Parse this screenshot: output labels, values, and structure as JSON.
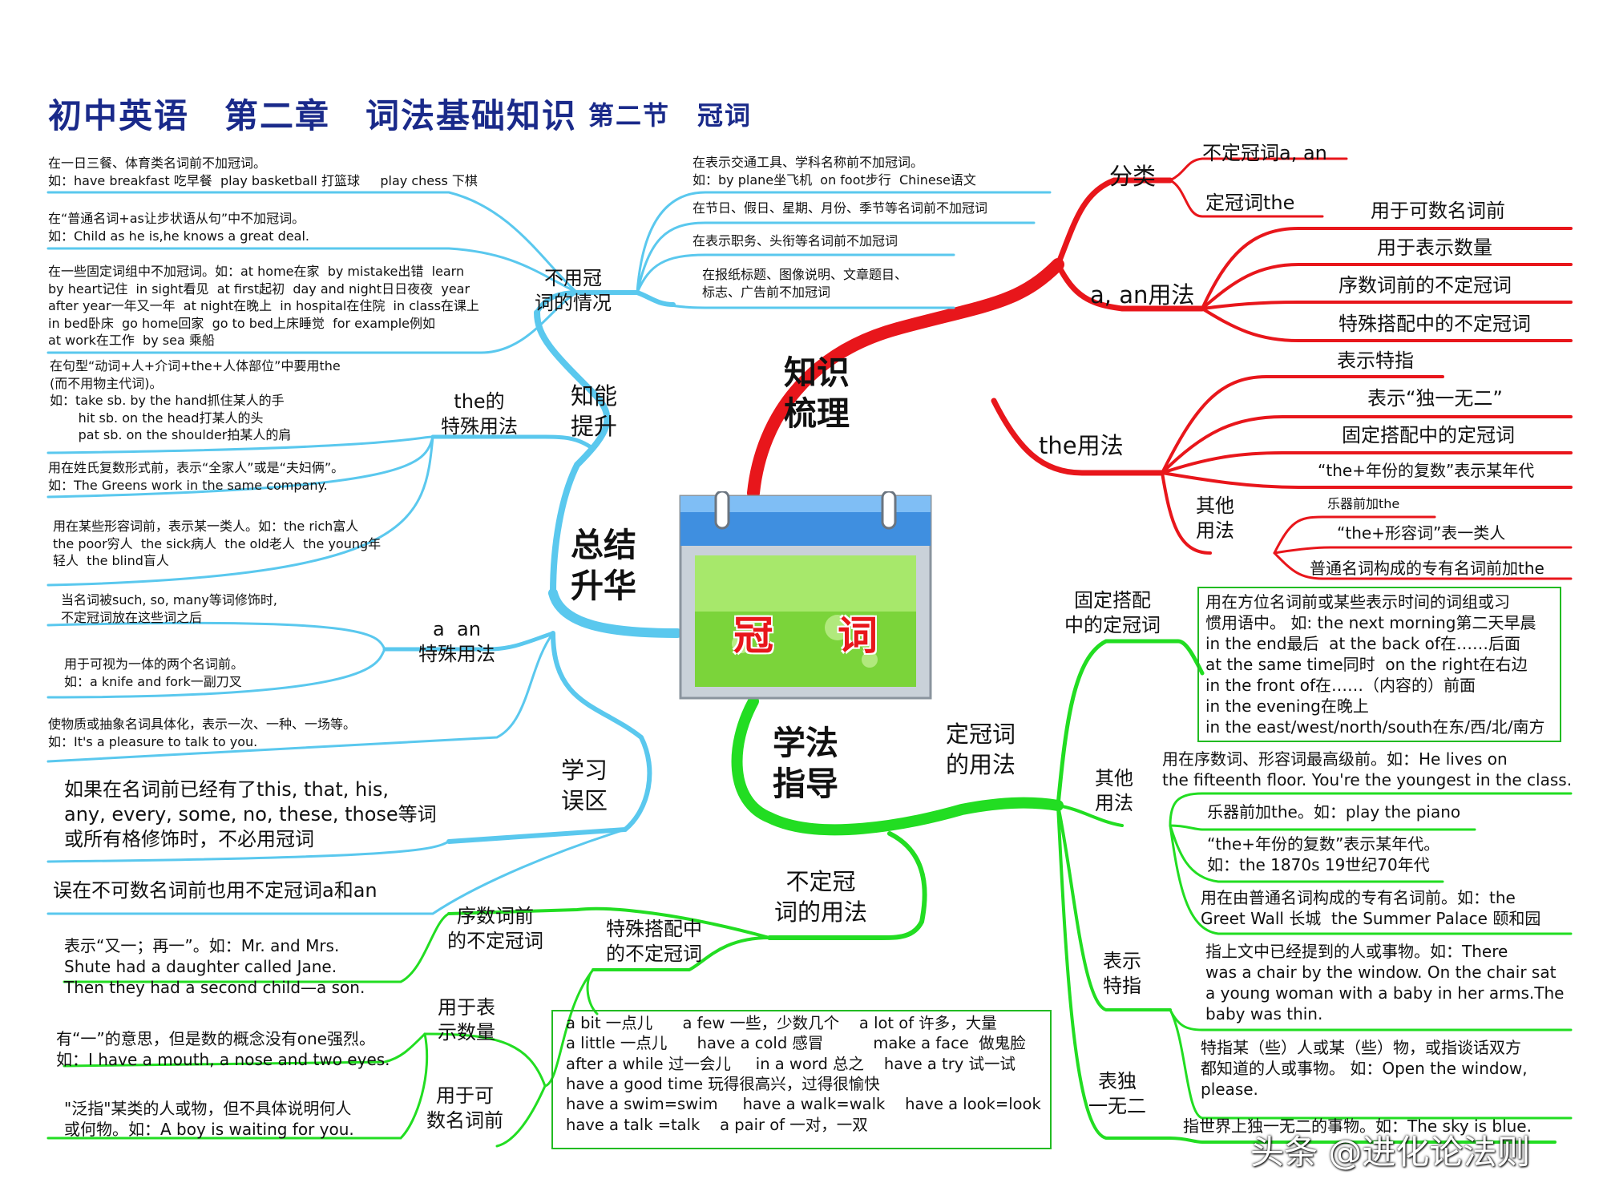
{
  "header": {
    "title_main": "初中英语　第二章　词法基础知识",
    "title_sub": "第二节　冠词"
  },
  "center": {
    "label_1": "冠",
    "label_2": "词"
  },
  "watermark": "头条 @进化论法则",
  "colors": {
    "red": "#e8161b",
    "blue": "#5ac8ee",
    "green": "#22dd22",
    "title": "#1a2a8a"
  },
  "red": {
    "hub": "知识\n梳理",
    "classify": "分类",
    "classify_items": [
      "不定冠词a, an",
      "定冠词the"
    ],
    "a_an_usage": "a, an用法",
    "a_an_items": [
      "用于可数名词前",
      "用于表示数量",
      "序数词前的不定冠词",
      "特殊搭配中的不定冠词"
    ],
    "the_usage": "the用法",
    "the_items": [
      "表示特指",
      "表示“独一无二”",
      "固定搭配中的定冠词",
      "“the+年份的复数”表示某年代"
    ],
    "other": "其他\n用法",
    "other_items": [
      "乐器前加the",
      "“the+形容词”表一类人",
      "普通名词构成的专有名词前加the"
    ]
  },
  "blue": {
    "hub": "总结\n升华",
    "no_article": "不用冠\n词的情况",
    "no_left": [
      "在一日三餐、体育类名词前不加冠词。\n如：have breakfast 吃早餐  play basketball 打篮球     play chess 下棋",
      "在“普通名词+as让步状语从句”中不加冠词。\n如：Child as he is,he knows a great deal.",
      "在一些固定词组中不加冠词。如：at home在家  by mistake出错  learn\nby heart记住  in sight看见  at first起初  day and night日日夜夜  year\nafter year一年又一年  at night在晚上  in hospital在住院  in class在课上\nin bed卧床  go home回家  go to bed上床睡觉  for example例如\nat work在工作  by sea 乘船"
    ],
    "no_right": [
      "在表示交通工具、学科名称前不加冠词。\n如：by plane坐飞机  on foot步行  Chinese语文",
      "在节日、假日、星期、月份、季节等名词前不加冠词",
      "在表示职务、头衔等名词前不加冠词",
      "在报纸标题、图像说明、文章题目、\n标志、广告前不加冠词"
    ],
    "skill": "知能\n提升",
    "the_special": "the的\n特殊用法",
    "the_special_items": [
      "在句型“动词+人+介词+the+人体部位”中要用the\n(而不用物主代词)。\n如：take sb. by the hand抓住某人的手\n       hit sb. on the head打某人的头\n       pat sb. on the shoulder拍某人的肩",
      "用在姓氏复数形式前，表示“全家人”或是“夫妇俩”。\n如：The Greens work in the same company.",
      "用在某些形容词前，表示某一类人。如：the rich富人\nthe poor穷人  the sick病人  the old老人  the young年\n轻人  the blind盲人"
    ],
    "a_an_special": "a  an\n特殊用法",
    "a_an_special_items": [
      "当名词被such, so, many等词修饰时,\n不定冠词放在这些词之后",
      "用于可视为一体的两个名词前。\n如：a knife and fork一副刀叉",
      "使物质或抽象名词具体化，表示一次、一种、一场等。\n如：It's a pleasure to talk to you."
    ],
    "mistake": "学习\n误区",
    "mistake_items": [
      "如果在名词前已经有了this, that, his,\nany, every, some, no, these, those等词\n或所有格修饰时，不必用冠词",
      "误在不可数名词前也用不定冠词a和an"
    ]
  },
  "green": {
    "hub": "学法\n指导",
    "definite": "定冠词\n的用法",
    "fixed": "固定搭配\n中的定冠词",
    "fixed_box": "用在方位名词前或某些表示时间的词组或习\n惯用语中。 如: the next morning第二天早晨\nin the end最后  at the back of在……后面\nat the same time同时  on the right在右边\nin the front of在……（内容的）前面\nin the evening在晚上\nin the east/west/north/south在东/西/北/南方",
    "other": "其他\n用法",
    "other_items": [
      "用在序数词、形容词最高级前。如：He lives on\nthe fifteenth floor. You're the youngest in the class.",
      "乐器前加the。如：play the piano",
      "“the+年份的复数”表示某年代。\n如：the 1870s 19世纪70年代",
      "用在由普通名词构成的专有名词前。如：the\nGreet Wall 长城  the Summer Palace 颐和园"
    ],
    "specific": "表示\n特指",
    "specific_items": [
      "指上文中已经提到的人或事物。如：There\nwas a chair by the window. On the chair sat\na young woman with a baby in her arms.The\nbaby was thin.",
      "特指某（些）人或某（些）物，或指谈话双方\n都知道的人或事物。 如：Open the window,\nplease."
    ],
    "unique": "表独\n一无二",
    "unique_item": "指世界上独一无二的事物。如：The sky is blue.",
    "indefinite": "不定冠\n词的用法",
    "special_coll": "特殊搭配中\n的不定冠词",
    "special_coll_box": "a bit 一点儿      a few 一些，少数几个    a lot of 许多，大量\na little 一点儿      have a cold 感冒          make a face  做鬼脸\nafter a while 过一会儿     in a word 总之    have a try 试一试\nhave a good time 玩得很高兴，过得很愉快\nhave a swim=swim     have a walk=walk    have a look=look\nhave a talk =talk    a pair of 一对，一双",
    "ordinal": "序数词前\n的不定冠词",
    "ordinal_item": "表示“又一；再一”。如：Mr. and Mrs.\nShute had a daughter called Jane.\nThen they had a second child—a son.",
    "quantity": "用于表\n示数量",
    "quantity_item": "有“一”的意思，但是数的概念没有one强烈。\n如：I have a mouth, a nose and two eyes.",
    "countable": "用于可\n数名词前",
    "countable_item": "\"泛指\"某类的人或物，但不具体说明何人\n或何物。如：A boy is waiting for you."
  }
}
